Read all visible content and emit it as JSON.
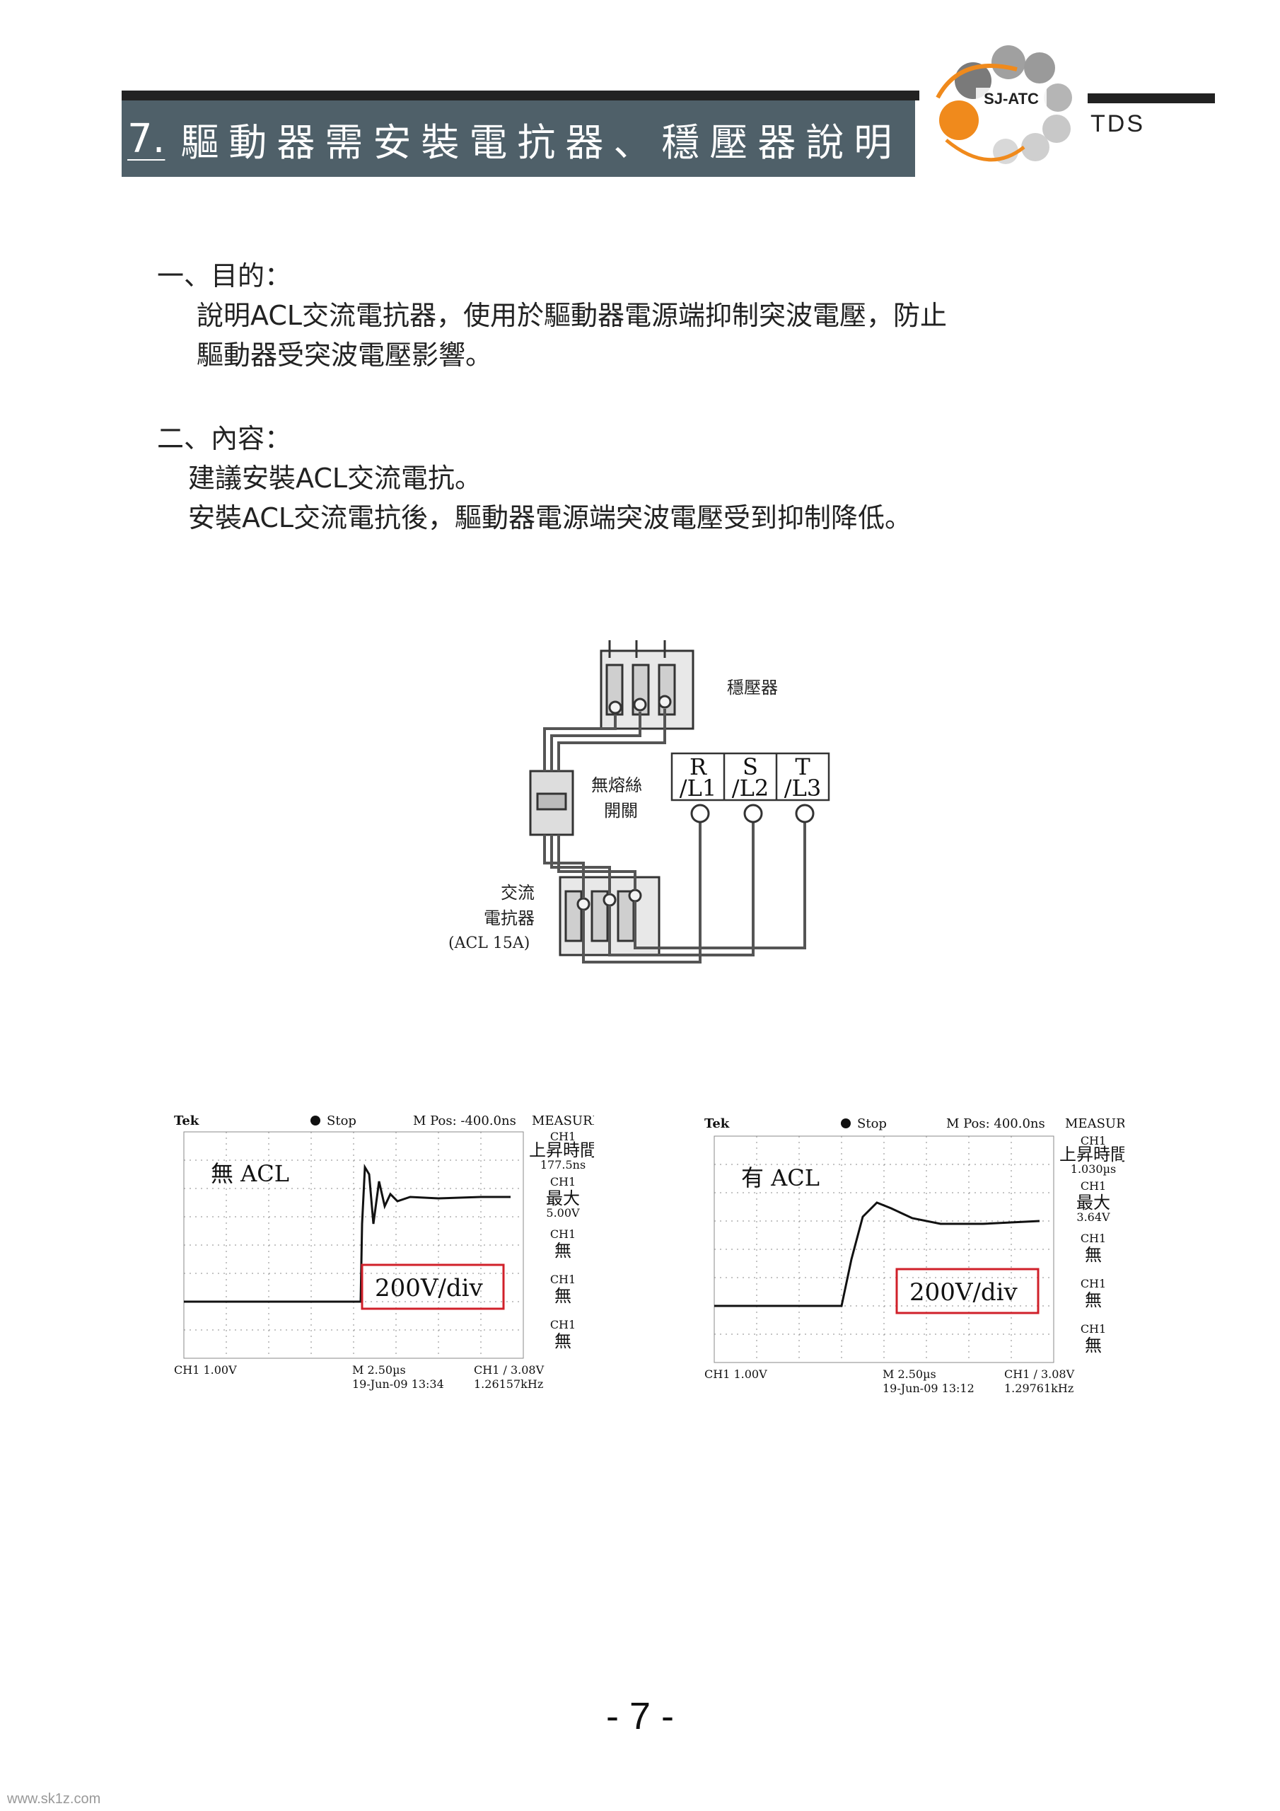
{
  "header": {
    "number": "7.",
    "title": "驅動器需安裝電抗器、穩壓器說明",
    "logo_text": "SJ-ATC",
    "code": "TDS"
  },
  "section1": {
    "heading": "一、目的：",
    "lines": [
      "說明ACL交流電抗器，使用於驅動器電源端抑制突波電壓，防止",
      "驅動器受突波電壓影響。"
    ]
  },
  "section2": {
    "heading": "二、內容：",
    "lines": [
      "建議安裝ACL交流電抗。",
      "安裝ACL交流電抗後，驅動器電源端突波電壓受到抑制降低。"
    ]
  },
  "diagram": {
    "stabilizer": "穩壓器",
    "breaker_line1": "無熔絲",
    "breaker_line2": "開關",
    "reactor_line1": "交流",
    "reactor_line2": "電抗器",
    "reactor_line3": "(ACL  15A)",
    "terminals": [
      {
        "top": "R",
        "bottom": "/L1"
      },
      {
        "top": "S",
        "bottom": "/L2"
      },
      {
        "top": "T",
        "bottom": "/L3"
      }
    ]
  },
  "scopes": [
    {
      "brand": "Tek",
      "status": "Stop",
      "mpos": "M Pos: -400.0ns",
      "label": "無 ACL",
      "scale_box": "200V/div",
      "measure_title": "MEASURE",
      "measures": [
        {
          "ch": "CH1",
          "name": "上昇時間",
          "value": "177.5ns"
        },
        {
          "ch": "CH1",
          "name": "最大",
          "value": "5.00V"
        },
        {
          "ch": "CH1",
          "name": "無",
          "value": ""
        },
        {
          "ch": "CH1",
          "name": "無",
          "value": ""
        },
        {
          "ch": "CH1",
          "name": "無",
          "value": ""
        }
      ],
      "ch1": "CH1  1.00V",
      "timebase": "M 2.50µs",
      "date": "19-Jun-09 13:34",
      "trigger": "CH1 ∕ 3.08V",
      "freq": "1.26157kHz"
    },
    {
      "brand": "Tek",
      "status": "Stop",
      "mpos": "M Pos: 400.0ns",
      "label": "有 ACL",
      "scale_box": "200V/div",
      "measure_title": "MEASURE",
      "measures": [
        {
          "ch": "CH1",
          "name": "上昇時間",
          "value": "1.030µs"
        },
        {
          "ch": "CH1",
          "name": "最大",
          "value": "3.64V"
        },
        {
          "ch": "CH1",
          "name": "無",
          "value": ""
        },
        {
          "ch": "CH1",
          "name": "無",
          "value": ""
        },
        {
          "ch": "CH1",
          "name": "無",
          "value": ""
        }
      ],
      "ch1": "CH1  1.00V",
      "timebase": "M 2.50µs",
      "date": "19-Jun-09 13:12",
      "trigger": "CH1 ∕ 3.08V",
      "freq": "1.29761kHz"
    }
  ],
  "footer": {
    "page": "- 7 -",
    "watermark": "www.sk1z.com"
  },
  "colors": {
    "title_bg": "#4f6069",
    "logo_orange": "#f08a1c",
    "logo_gray": "#8a8a8a",
    "scale_box": "#d0202a"
  }
}
